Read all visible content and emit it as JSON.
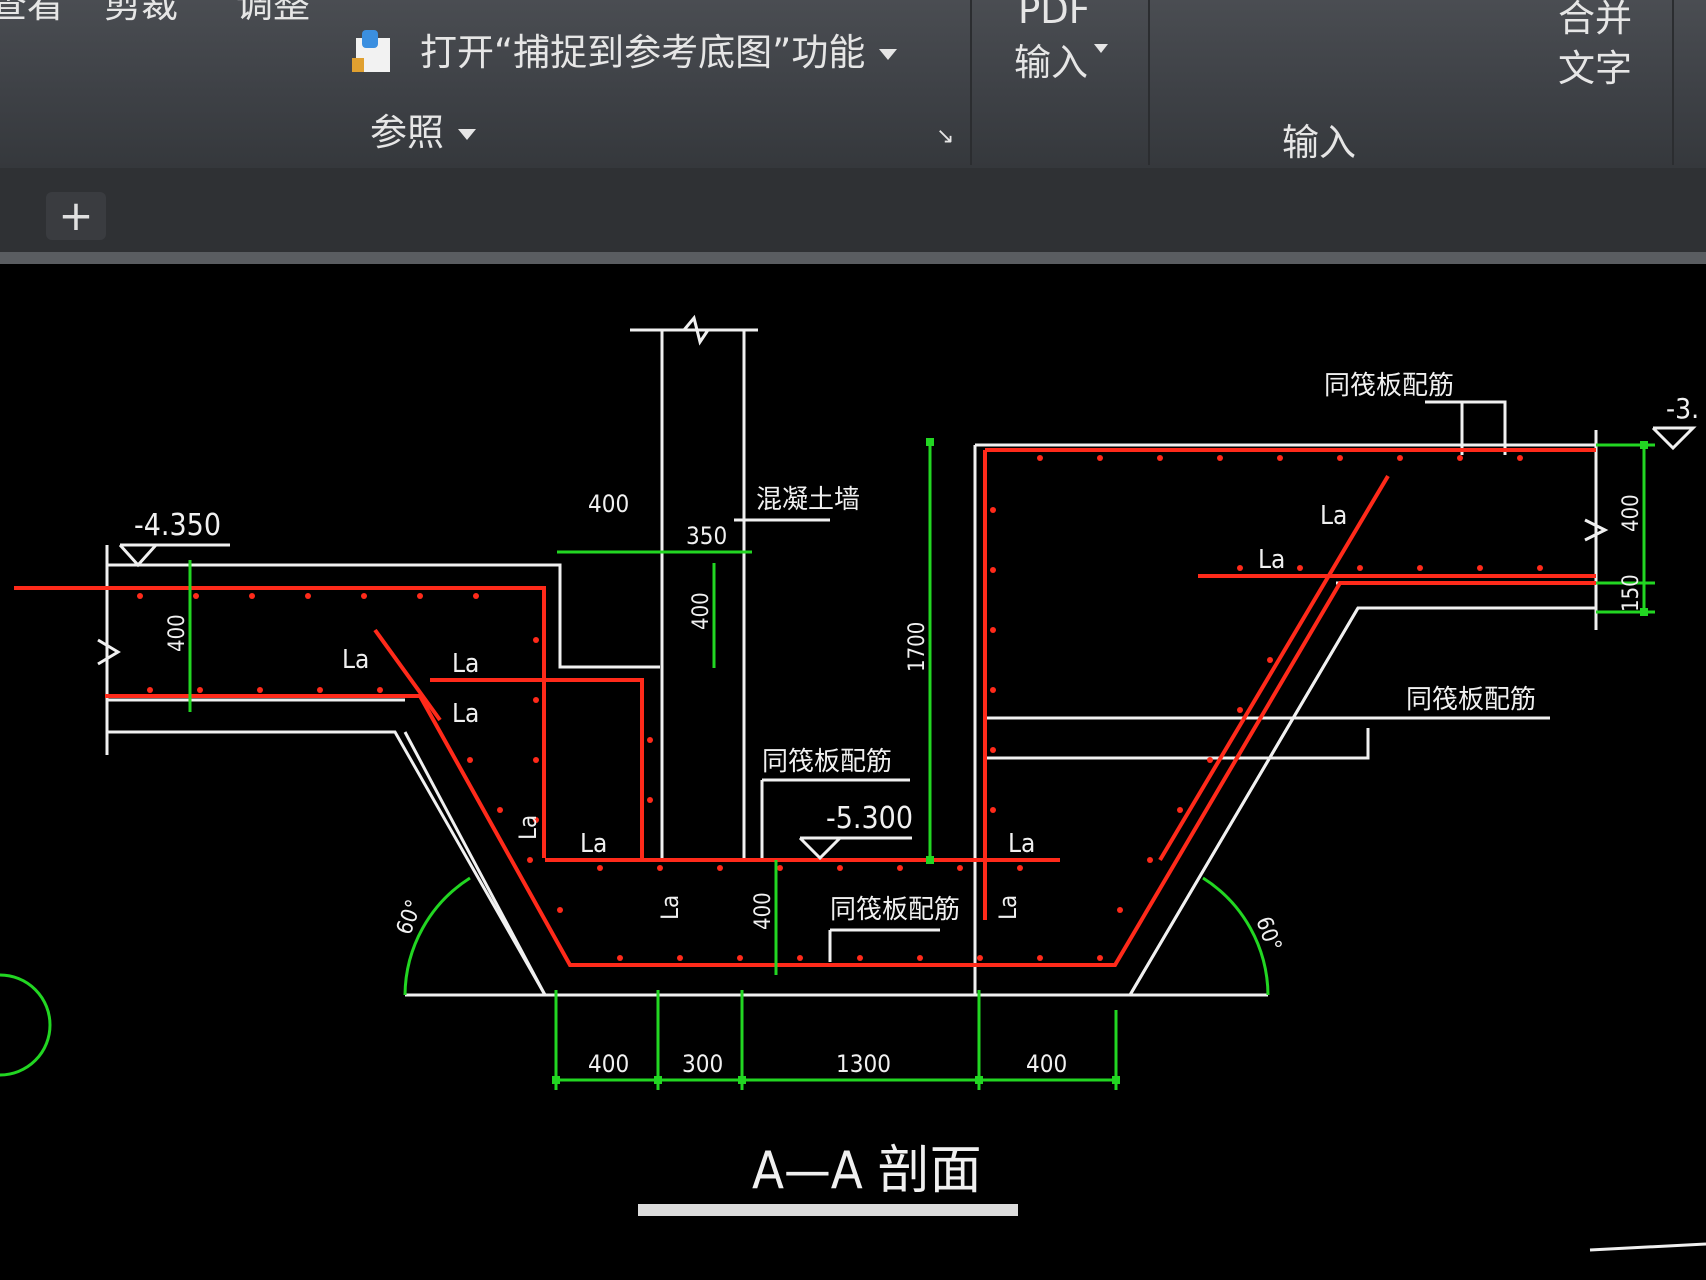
{
  "ribbon": {
    "top_partial_labels": [
      "查看",
      "剪裁",
      "调整"
    ],
    "snap_toggle_label": "打开“捕捉到参考底图”功能",
    "reference_panel_label": "参照",
    "pdf_top": "PDF",
    "pdf_bottom": "输入",
    "import_panel_label": "输入",
    "merge_top": "合并",
    "merge_bottom": "文字"
  },
  "tabs": {
    "new_tab_symbol": "+"
  },
  "drawing": {
    "title": "A—A 剖面",
    "elev_left": "-4.350",
    "elev_center": "-5.300",
    "elev_right_partial": "-3.",
    "wall_label": "混凝土墙",
    "raft_rebar_label": "同筏板配筋",
    "anchor_label": "La",
    "angle_label": "60°",
    "dims": {
      "d400_top": "400",
      "d350": "350",
      "d400_wall": "400",
      "d400_left": "400",
      "d1700": "1700",
      "d400_bottom_mid": "400",
      "d400_right": "400",
      "d150": "150",
      "b400_a": "400",
      "b300": "300",
      "b1300": "1300",
      "b400_b": "400"
    }
  },
  "colors": {
    "ribbon_bg": "#3e4146",
    "canvas_bg": "#000000",
    "rebar": "#ff2a1a",
    "dimension": "#22d622",
    "outline": "#f0f0f0"
  }
}
